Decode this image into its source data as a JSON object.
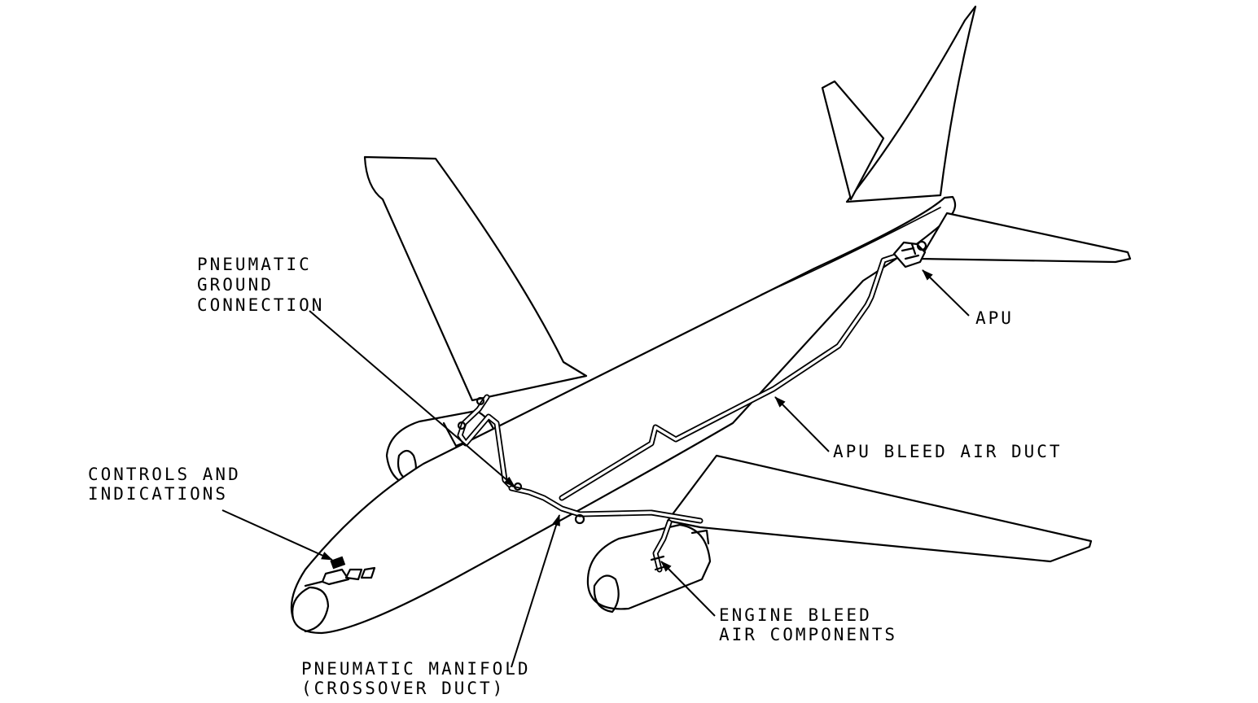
{
  "labels": {
    "pneumatic_ground_connection": [
      "PNEUMATIC",
      "GROUND",
      "CONNECTION"
    ],
    "apu": [
      "APU"
    ],
    "apu_bleed_air_duct": [
      "APU BLEED AIR DUCT"
    ],
    "controls_and_indications": [
      "CONTROLS AND",
      "INDICATIONS"
    ],
    "engine_bleed_air_components": [
      "ENGINE BLEED",
      "AIR COMPONENTS"
    ],
    "pneumatic_manifold": [
      "PNEUMATIC MANIFOLD",
      "(CROSSOVER DUCT)"
    ]
  },
  "colors": {
    "ink": "#000000",
    "paper": "#ffffff"
  }
}
